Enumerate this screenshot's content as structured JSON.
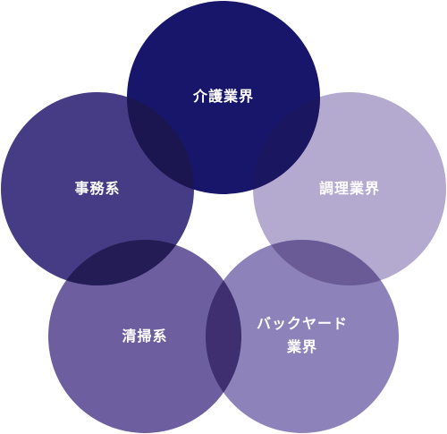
{
  "diagram": {
    "circles": [
      {
        "id": "kaigo",
        "label_lines": [
          "介護業界"
        ],
        "color": "#17166b"
      },
      {
        "id": "jimu",
        "label_lines": [
          "事務系"
        ],
        "color": "#463b85"
      },
      {
        "id": "chori",
        "label_lines": [
          "調理業界"
        ],
        "color": "#b4a9cf"
      },
      {
        "id": "seiso",
        "label_lines": [
          "清掃系"
        ],
        "color": "#6c5e9f"
      },
      {
        "id": "backyard",
        "label_lines": [
          "バックヤード",
          "業界"
        ],
        "color": "#8e82ba"
      }
    ],
    "overlaps": {
      "kaigo_jimu": "#1b1650",
      "kaigo_chori": "#1a1660",
      "jimu_seiso": "#231c55",
      "chori_backyard": "#6a5b96",
      "seiso_backyard": "#3f2f70"
    }
  }
}
